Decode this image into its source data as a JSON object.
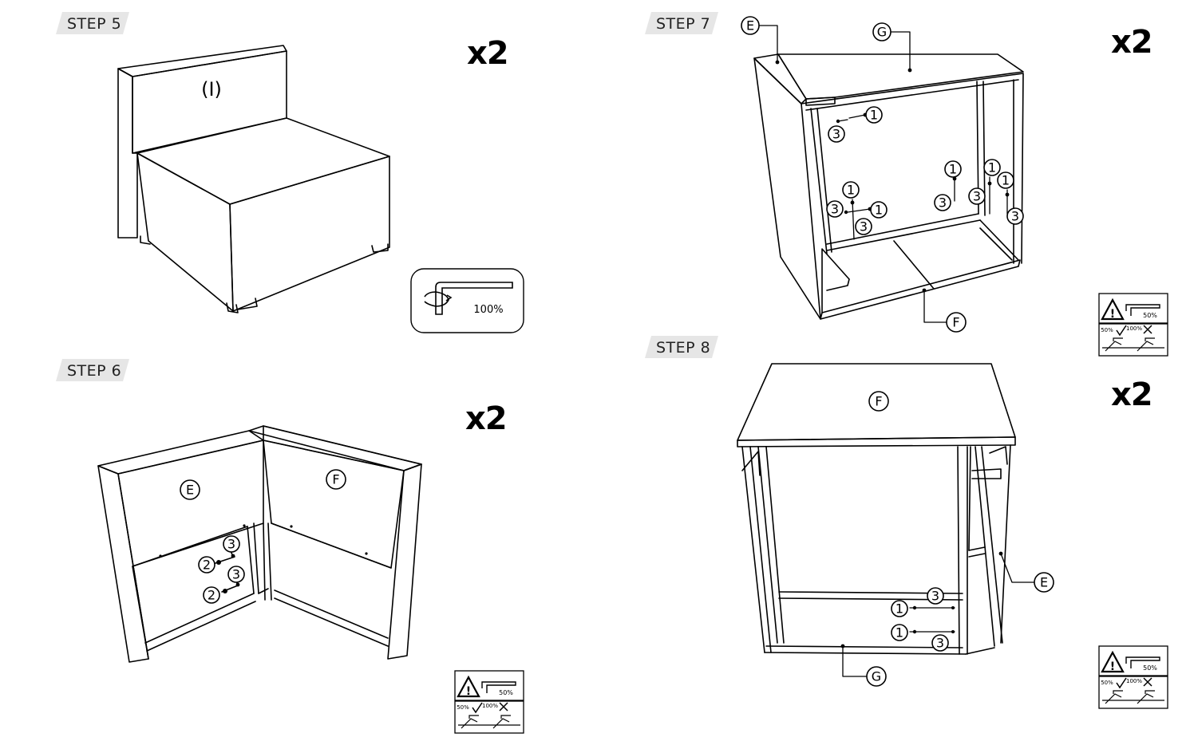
{
  "steps": [
    {
      "label": "STEP 5",
      "qty": "x2"
    },
    {
      "label": "STEP 6",
      "qty": "x2"
    },
    {
      "label": "STEP 7",
      "qty": "x2"
    },
    {
      "label": "STEP 8",
      "qty": "x2"
    }
  ],
  "part_labels": {
    "seat": "(I)",
    "E": "E",
    "F": "F",
    "G": "G"
  },
  "hardware": {
    "screw": "1",
    "washer": "2",
    "nut": "3"
  },
  "tightening": {
    "full": "100%",
    "half": "50%",
    "check_half": "50%",
    "cross_full": "100%"
  }
}
